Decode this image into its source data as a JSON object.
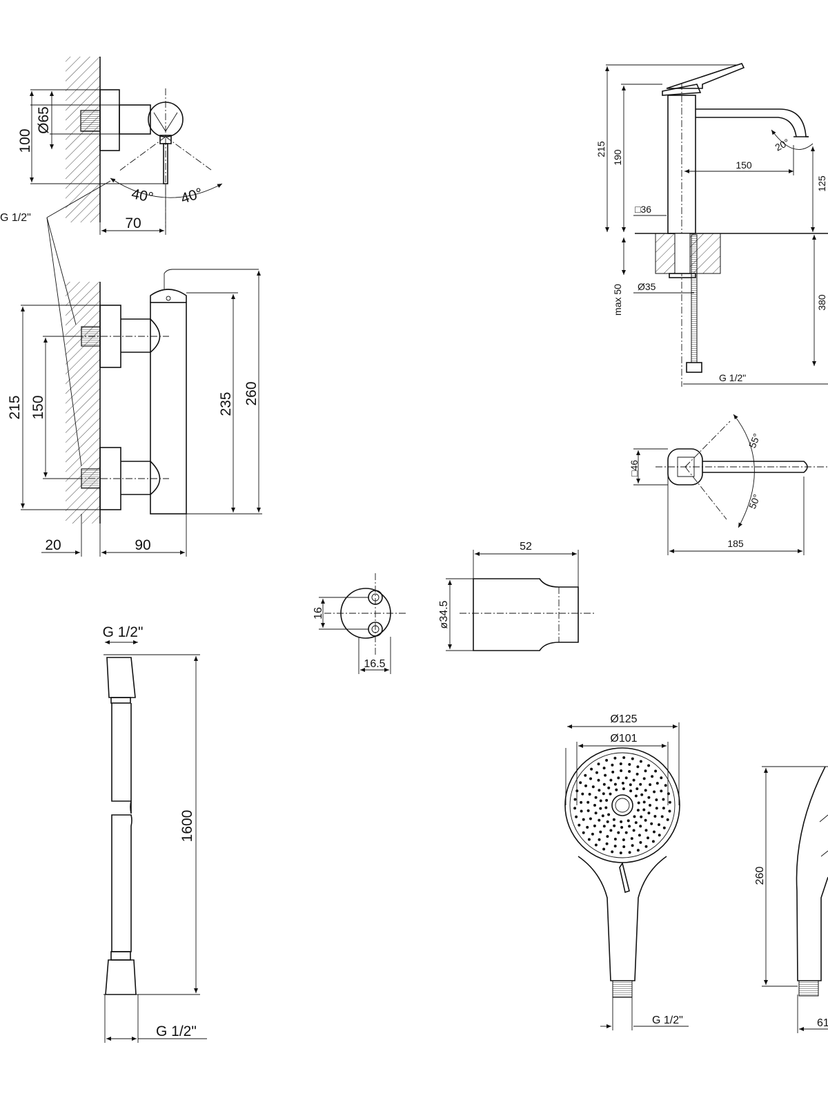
{
  "mixer_front": {
    "height": "100",
    "diameter": "Ø65",
    "angle_left": "40°",
    "angle_right": "40°",
    "depth": "70",
    "thread": "G 1/2\""
  },
  "mixer_side": {
    "overall": "215",
    "centers": "150",
    "body": "235",
    "total": "260",
    "wall": "20",
    "projection": "90"
  },
  "basin_mixer": {
    "height": "215",
    "spout_height": "190",
    "angle": "20°",
    "reach": "150",
    "spout_clear": "125",
    "base": "□36",
    "hole": "Ø35",
    "deck": "max 50",
    "hose_len": "380",
    "thread": "G 1/2\""
  },
  "basin_top": {
    "square": "□46",
    "angle_back": "55°",
    "angle_front": "50°",
    "length": "185"
  },
  "holder": {
    "spacing": "16",
    "offset": "16.5",
    "diameter": "ø34.5",
    "length": "52"
  },
  "hose": {
    "thread_top": "G 1/2\"",
    "length": "1600",
    "thread_bottom": "G 1/2\""
  },
  "hand_shower": {
    "outer": "Ø125",
    "face": "Ø101",
    "thread": "G 1/2\"",
    "length": "260",
    "width": "61"
  }
}
